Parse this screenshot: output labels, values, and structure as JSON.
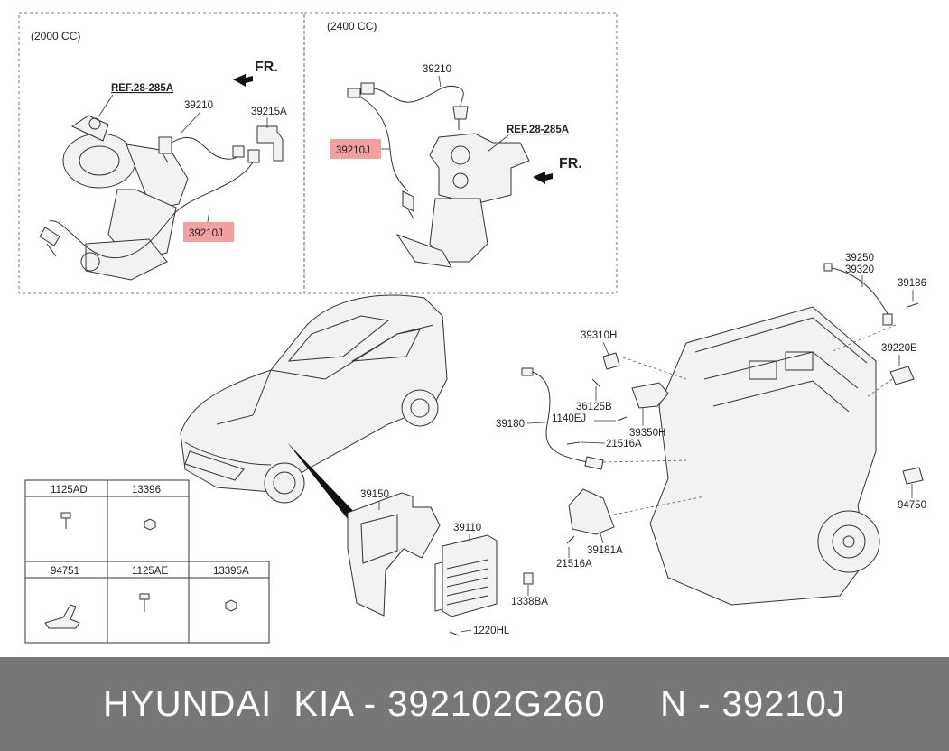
{
  "sections": {
    "left_variant": "(2000 CC)",
    "right_variant": "(2400 CC)"
  },
  "direction_label": "FR.",
  "reference_label": "REF.28-285A",
  "callouts": {
    "c39210_left": "39210",
    "c39215A": "39215A",
    "c39210J_left": "39210J",
    "c39210_right": "39210",
    "c39210J_right": "39210J",
    "c39250": "39250",
    "c39320": "39320",
    "c39186": "39186",
    "c39310H": "39310H",
    "c39220E": "39220E",
    "c36125B": "36125B",
    "c1140EJ": "1140EJ",
    "c39350H": "39350H",
    "c39180": "39180",
    "c21516A_a": "21516A",
    "c94750": "94750",
    "c39150": "39150",
    "c39110": "39110",
    "c39181A": "39181A",
    "c21516A_b": "21516A",
    "c1338BA": "1338BA",
    "c1220HL": "1220HL"
  },
  "hardware_table": {
    "row1": [
      "1125AD",
      "13396"
    ],
    "row2": [
      "94751",
      "1125AE",
      "13395A"
    ]
  },
  "highlight_color": "#f08080",
  "footer": {
    "brand": "HYUNDAI  KIA",
    "part_number": "392102G260",
    "callout_number": "39210J",
    "separator": " - ",
    "n_label": "N"
  }
}
